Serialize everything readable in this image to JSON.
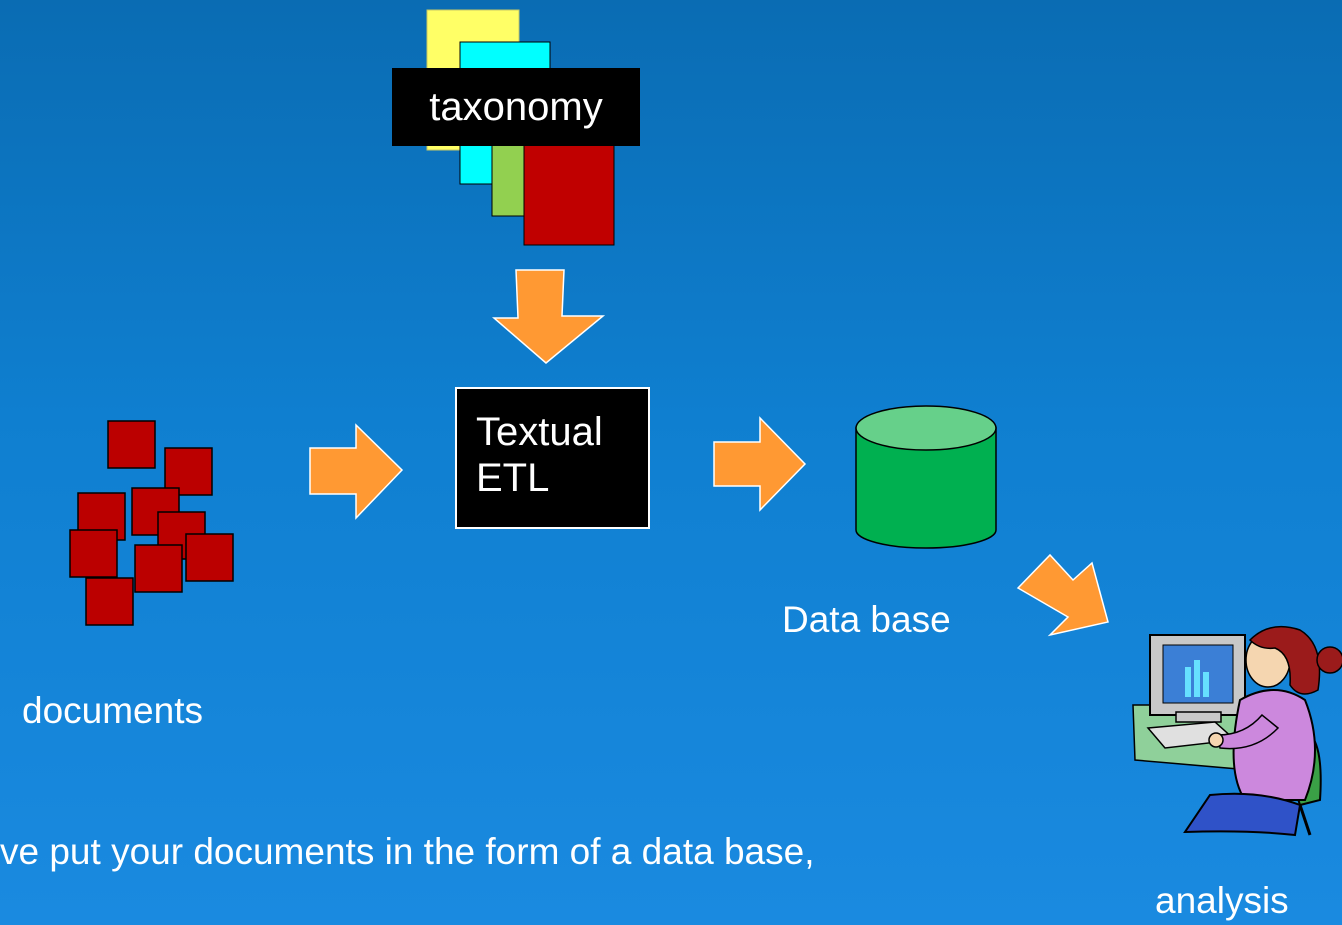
{
  "taxonomy": {
    "label": "taxonomy"
  },
  "process": {
    "line1": "Textual",
    "line2": "ETL"
  },
  "database": {
    "label": "Data base"
  },
  "documents": {
    "label": "documents"
  },
  "analysis": {
    "label": "analysis"
  },
  "caption": {
    "text": "ve put your documents in the form of a data base,"
  },
  "colors": {
    "background": "#0f7fd0",
    "arrow": "#ff9933",
    "document": "#bb0000",
    "cylinder": "#00b050",
    "cylinder_top": "#66d08a",
    "page_yellow": "#ffff66",
    "page_cyan": "#00ffff",
    "page_green": "#92d050",
    "page_red": "#c00000"
  },
  "icons": [
    "taxonomy-stack-icon",
    "document-pile-icon",
    "database-cylinder-icon",
    "analyst-at-computer-icon",
    "flow-arrow-icon"
  ]
}
